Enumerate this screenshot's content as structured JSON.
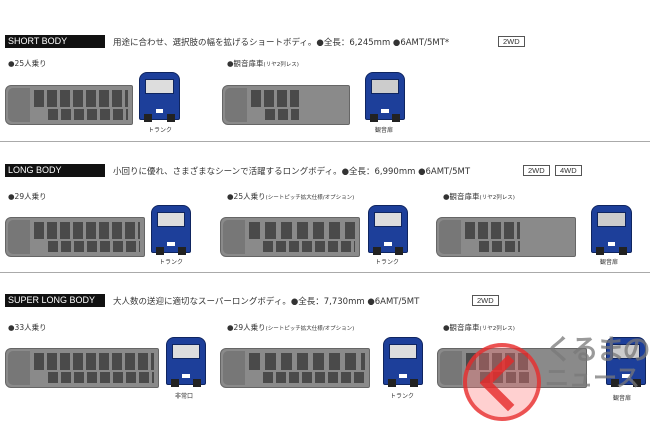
{
  "sections": [
    {
      "tag": "SHORT BODY",
      "desc": "用途に合わせ、選択肢の幅を拡げるショートボディ。●全長：6,245mm ●6AMT/5MT*",
      "drive": [
        "2WD"
      ],
      "variants": [
        {
          "label": "●25人乗り",
          "note": "",
          "caption": "トランク"
        },
        {
          "label": "●観音扉車",
          "note": "(リヤ2列レス)",
          "caption": "観音扉"
        }
      ]
    },
    {
      "tag": "LONG BODY",
      "desc": "小回りに優れ、さまざまなシーンで活躍するロングボディ。●全長：6,990mm ●6AMT/5MT",
      "drive": [
        "2WD",
        "4WD"
      ],
      "variants": [
        {
          "label": "●29人乗り",
          "note": "",
          "caption": "トランク"
        },
        {
          "label": "●25人乗り",
          "note": "(シートピッチ拡大仕様/オプション)",
          "caption": "トランク"
        },
        {
          "label": "●観音扉車",
          "note": "(リヤ2列レス)",
          "caption": "観音扉"
        }
      ]
    },
    {
      "tag": "SUPER LONG BODY",
      "desc": "大人数の送迎に適切なスーパーロングボディ。●全長：7,730mm ●6AMT/5MT",
      "drive": [
        "2WD"
      ],
      "variants": [
        {
          "label": "●33人乗り",
          "note": "",
          "caption": "非常口"
        },
        {
          "label": "●29人乗り",
          "note": "(シートピッチ拡大仕様/オプション)",
          "caption": "トランク"
        },
        {
          "label": "●観音扉車",
          "note": "(リヤ2列レス)",
          "caption": "観音扉"
        }
      ]
    }
  ],
  "watermark": {
    "line1": "くるまの",
    "line2": "ニュース"
  }
}
